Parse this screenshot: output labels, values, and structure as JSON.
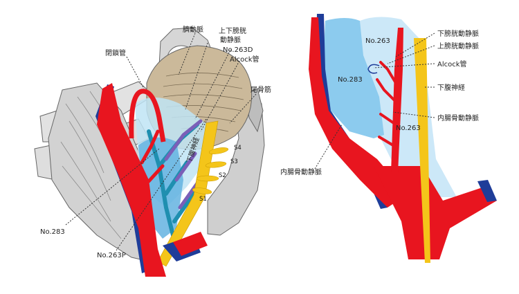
{
  "colors": {
    "artery": "#e8151f",
    "vein": "#1f3d99",
    "nerve": "#f4c51a",
    "region_283": "#8ccbee",
    "region_263": "#cce8f8",
    "bone": "#d6d6d6",
    "bladder": "#cbb99a",
    "outline": "#666666"
  },
  "left_panel": {
    "labels": {
      "umbilical_artery": "臍動脈",
      "superior_inferior_vesical_line1": "上下膀胱",
      "superior_inferior_vesical_line2": "動静脈",
      "no263d": "No.263D",
      "alcock": "Alcock管",
      "obturator_canal": "閉鎖管",
      "coccygeus": "尾骨筋",
      "hypogastric_nerve": "下腹神経",
      "no283": "No.283",
      "no263p": "No.263P"
    },
    "sacral_segments": [
      "S4",
      "S3",
      "S2",
      "S1"
    ]
  },
  "right_panel": {
    "labels": {
      "inferior_vesical": "下膀胱動静脈",
      "superior_vesical": "上膀胱動静脈",
      "alcock": "Alcock管",
      "hypogastric_nerve": "下腹神経",
      "internal_iliac": "内腸骨動静脈",
      "internal_iliac_left": "内腸骨動静脈",
      "no263_top": "No.263",
      "no283": "No.283",
      "no263_mid": "No.263"
    }
  }
}
